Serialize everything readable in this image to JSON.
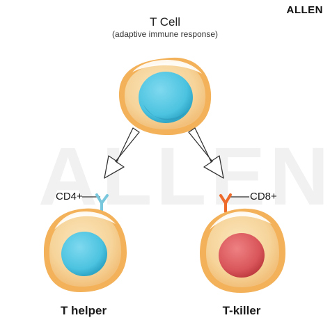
{
  "brand": "ALLEN",
  "title": "T Cell",
  "subtitle": "(adaptive immune response)",
  "receptors": {
    "left": "CD4+",
    "right": "CD8+"
  },
  "cells": {
    "left_name": "T helper",
    "right_name": "T-killer"
  },
  "colors": {
    "cytoplasm": "#f6d49a",
    "membrane": "#f3b25a",
    "nucleus_blue": "#4cc3e0",
    "nucleus_red": "#d9565a",
    "receptor_cd4": "#79c7dd",
    "receptor_cd8": "#ee6a2a"
  }
}
